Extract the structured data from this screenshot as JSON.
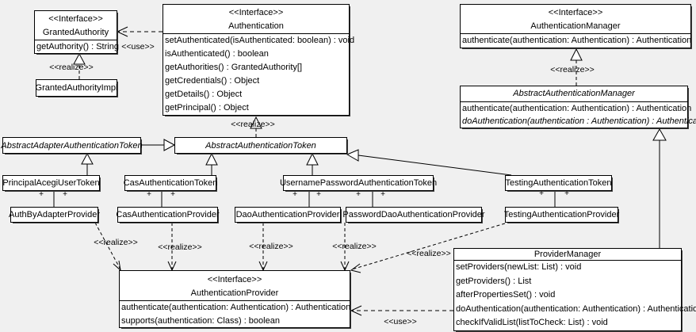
{
  "labels": {
    "use": "<<use>>",
    "realize": "<<realize>>",
    "plus": "+"
  },
  "classes": {
    "granted_authority": {
      "stereotype": "<<Interface>>",
      "name": "GrantedAuthority",
      "methods": [
        "getAuthority() : String"
      ]
    },
    "granted_authority_impl": {
      "name": "GrantedAuthorityImpl"
    },
    "authentication": {
      "stereotype": "<<Interface>>",
      "name": "Authentication",
      "methods": [
        "setAuthenticated(isAuthenticated: boolean) : void",
        "isAuthenticated() : boolean",
        "getAuthorities() : GrantedAuthority[]",
        "getCredentials() : Object",
        "getDetails() : Object",
        "getPrincipal() : Object"
      ]
    },
    "authentication_manager": {
      "stereotype": "<<Interface>>",
      "name": "AuthenticationManager",
      "methods": [
        "authenticate(authentication: Authentication) : Authentication"
      ]
    },
    "abstract_authentication_manager": {
      "name": "AbstractAuthenticationManager",
      "methods": [
        "authenticate(authentication: Authentication) : Authentication",
        "doAuthentication(authentication : Authentication) : Authentication"
      ]
    },
    "abstract_adapter_authentication_token": {
      "name": "AbstractAdapterAuthenticationToken"
    },
    "abstract_authentication_token": {
      "name": "AbstractAuthenticationToken"
    },
    "principal_acegi_user_token": {
      "name": "PrincipalAcegiUserToken"
    },
    "cas_authentication_token": {
      "name": "CasAuthenticationToken"
    },
    "username_password_authentication_token": {
      "name": "UsernamePasswordAuthenticationToken"
    },
    "testing_authentication_token": {
      "name": "TestingAuthenticationToken"
    },
    "auth_by_adapter_provider": {
      "name": "AuthByAdapterProvider"
    },
    "cas_authentication_provider": {
      "name": "CasAuthenticationProvider"
    },
    "dao_authentication_provider": {
      "name": "DaoAuthenticationProvider"
    },
    "password_dao_authentication_provider": {
      "name": "PasswordDaoAuthenticationProvider"
    },
    "testing_authentication_provider": {
      "name": "TestingAuthenticationProvider"
    },
    "authentication_provider": {
      "stereotype": "<<Interface>>",
      "name": "AuthenticationProvider",
      "methods": [
        "authenticate(authentication: Authentication) : Authentication",
        "supports(authentication: Class) : boolean"
      ]
    },
    "provider_manager": {
      "name": "ProviderManager",
      "methods": [
        "setProviders(newList: List) : void",
        "getProviders() : List",
        "afterPropertiesSet() : void",
        "doAuthentication(authentication: Authentication) : Authentication",
        "checkIfValidList(listToCheck: List) : void"
      ]
    }
  }
}
